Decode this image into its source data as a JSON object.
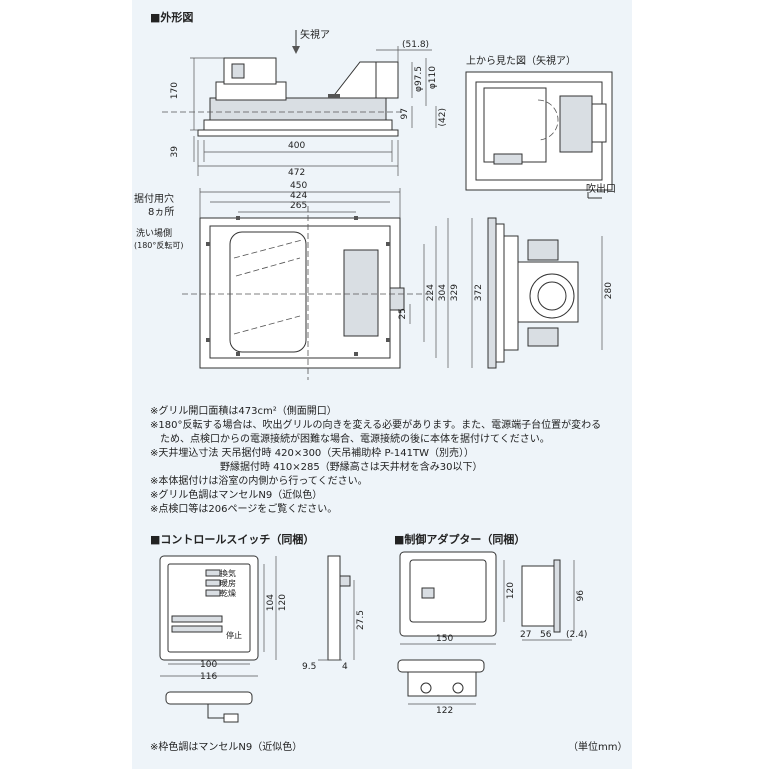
{
  "section_main": "■外形図",
  "section_switch": "■コントロールスイッチ（同梱）",
  "section_adapter": "■制御アダプター（同梱）",
  "label_arrow_a": "矢視ア",
  "label_top_view": "上から見た図（矢視ア）",
  "label_outlet": "吹出口",
  "label_mount_holes_1": "据付用穴",
  "label_mount_holes_2": "8ヵ所",
  "label_wash_1": "洗い場側",
  "label_wash_2": "(180°反転可)",
  "dims": {
    "d51_8": "(51.8)",
    "d170": "170",
    "d39": "39",
    "d97_5": "φ97.5",
    "d110": "φ110",
    "d97": "97",
    "d42": "(42)",
    "d400": "400",
    "d472": "472",
    "d450": "450",
    "d424": "424",
    "d265": "265",
    "d25": "25",
    "d224": "224",
    "d304": "304",
    "d329": "329",
    "d372": "372",
    "d280": "280",
    "d104": "104",
    "d120a": "120",
    "d27_5": "27.5",
    "d9_5": "9.5",
    "d4": "4",
    "d100": "100",
    "d116": "116",
    "d120b": "120",
    "d150": "150",
    "d96": "96",
    "d27": "27",
    "d56": "56",
    "d2_4": "(2.4)",
    "d122": "122"
  },
  "notes": [
    "※グリル開口面積は473cm²（側面開口）",
    "※180°反転する場合は、吹出グリルの向きを変える必要があります。また、電源端子台位置が変わる",
    "　ため、点検口からの電源接続が困難な場合、電源接続の後に本体を据付けてください。",
    "※天井埋込寸法 天吊据付時 420×300（天吊補助枠 P-141TW（別売））",
    "　　　　　　　野縁据付時 410×285（野縁高さは天井材を含み30以下）",
    "※本体据付けは浴室の内側から行ってください。",
    "※グリル色調はマンセルN9（近似色）",
    "※点検口等は206ページをご覧ください。"
  ],
  "switch_buttons": [
    "換気",
    "暖房",
    "乾燥",
    "停止"
  ],
  "footer_note": "※枠色調はマンセルN9（近似色）",
  "unit_label": "（単位mm）"
}
